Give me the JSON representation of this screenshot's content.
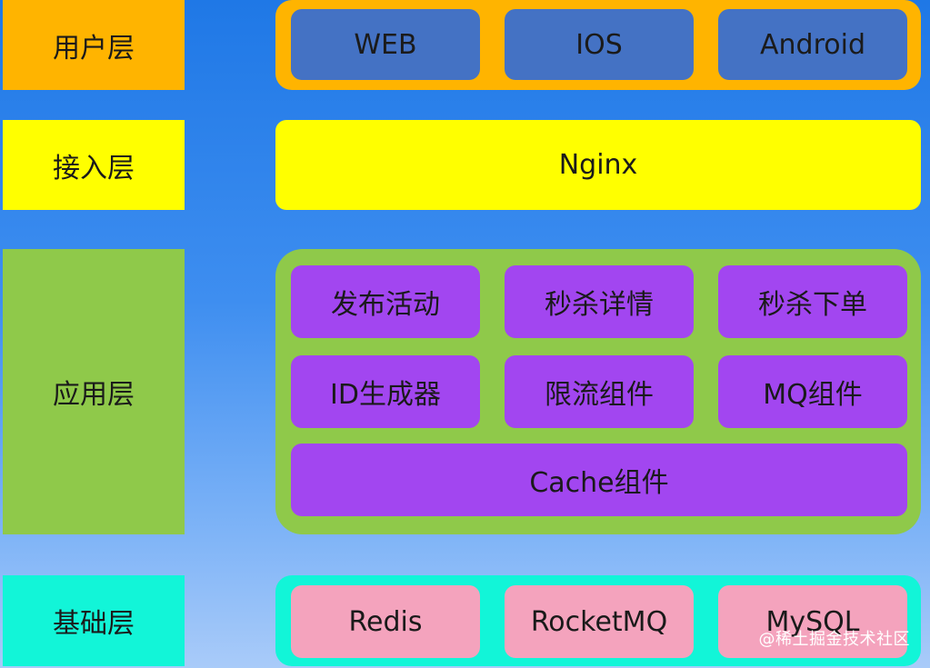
{
  "layers": {
    "user": {
      "label": "用户层",
      "items": [
        "WEB",
        "IOS",
        "Android"
      ]
    },
    "access": {
      "label": "接入层",
      "items": [
        "Nginx"
      ]
    },
    "application": {
      "label": "应用层",
      "items": [
        "发布活动",
        "秒杀详情",
        "秒杀下单",
        "ID生成器",
        "限流组件",
        "MQ组件",
        "Cache组件"
      ]
    },
    "base": {
      "label": "基础层",
      "items": [
        "Redis",
        "RocketMQ",
        "MySQL"
      ]
    }
  },
  "watermark": "@稀土掘金技术社区",
  "colors": {
    "user_layer": "#ffb400",
    "access_layer": "#ffff00",
    "application_layer": "#8fc94a",
    "base_layer": "#12f5d8",
    "user_box": "#4472c4",
    "app_box": "#a246f0",
    "base_box": "#f4a3bd"
  }
}
